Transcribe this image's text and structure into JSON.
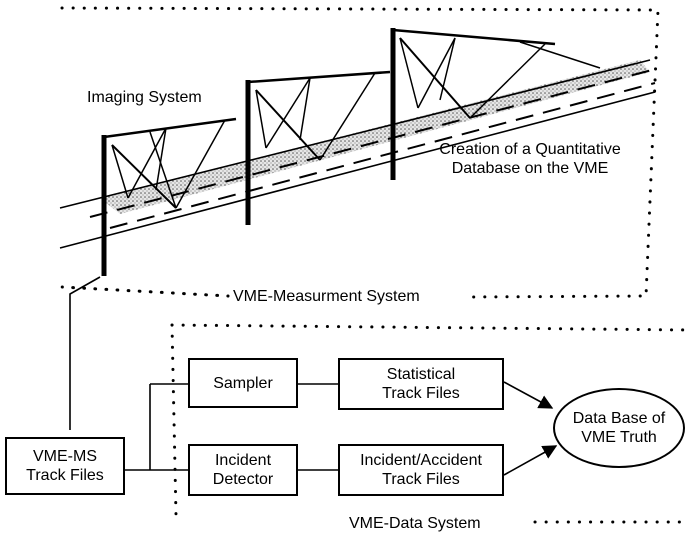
{
  "measurement_system": {
    "imaging_label": "Imaging System",
    "database_line1": "Creation of a Quantitative",
    "database_line2": "Database on the VME",
    "frame_label": "VME-Measurment System"
  },
  "data_system": {
    "frame_label": "VME-Data System",
    "track_files": {
      "line1": "VME-MS",
      "line2": "Track Files"
    },
    "sampler": "Sampler",
    "statistical": {
      "line1": "Statistical",
      "line2": "Track Files"
    },
    "incident_detector": {
      "line1": "Incident",
      "line2": "Detector"
    },
    "incident_accident": {
      "line1": "Incident/Accident",
      "line2": "Track Files"
    },
    "truth": {
      "line1": "Data Base of",
      "line2": "VME Truth"
    }
  }
}
